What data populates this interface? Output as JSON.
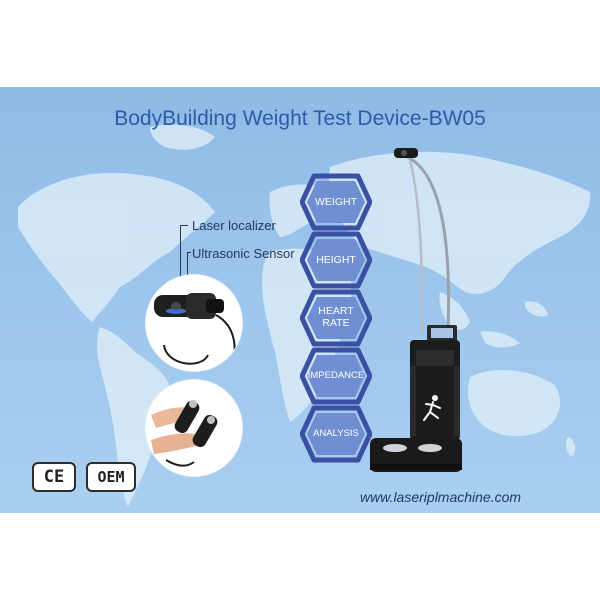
{
  "banner": {
    "title": "BodyBuilding Weight Test Device-BW05",
    "colors": {
      "sky": "#9cc5ec",
      "title": "#2f5aa8",
      "hex": "#3b4fa3"
    }
  },
  "sensors": {
    "laser_label": "Laser localizer",
    "ultrasonic_label": "Ultrasonic Sensor"
  },
  "features": [
    {
      "label": "WEIGHT"
    },
    {
      "label": "HEIGHT"
    },
    {
      "label": "HEART RATE"
    },
    {
      "label": "IMPEDANCE"
    },
    {
      "label": "ANALYSIS"
    }
  ],
  "badges": {
    "ce": "CE",
    "oem": "OEM"
  },
  "website": "www.laseriplmachine.com"
}
